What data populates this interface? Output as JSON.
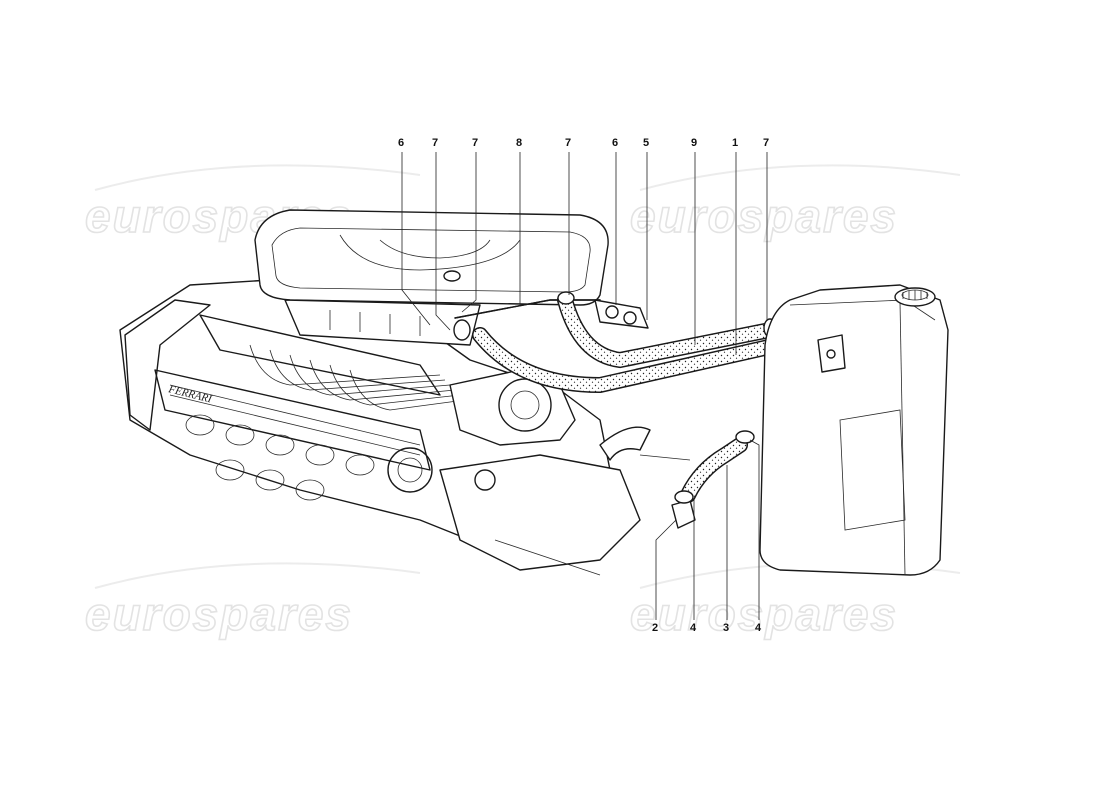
{
  "watermark": {
    "text": "eurospares"
  },
  "callouts_top": [
    "6",
    "7",
    "7",
    "8",
    "7",
    "6",
    "5",
    "9",
    "1",
    "7"
  ],
  "callouts_bottom": [
    "2",
    "4",
    "3",
    "4"
  ],
  "engine_marking": "FERRARI"
}
